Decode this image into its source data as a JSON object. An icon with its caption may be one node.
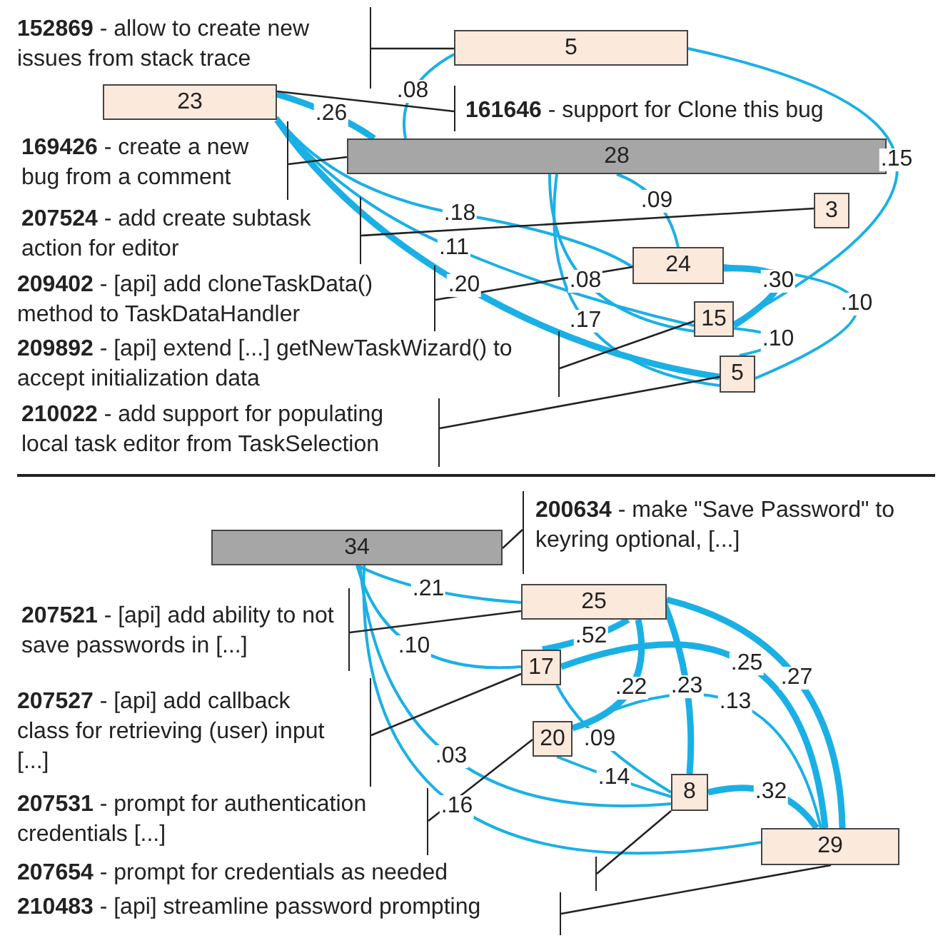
{
  "diagram": {
    "nodes": [
      {
        "text": [
          "5"
        ]
      },
      {
        "text": [
          "23"
        ]
      },
      {
        "text": [
          "28"
        ]
      },
      {
        "text": [
          "3"
        ]
      },
      {
        "text": [
          "24"
        ]
      },
      {
        "text": [
          "15"
        ]
      },
      {
        "text": [
          "5"
        ]
      },
      {
        "text": [
          "**152869** - allow to create new issues from stack trace"
        ]
      },
      {
        "text": [
          "**161646** - support for Clone this bug"
        ]
      },
      {
        "text": [
          "**169426** - create a new bug from a comment"
        ]
      },
      {
        "text": [
          "**207524** - add create subtask action for editor"
        ]
      },
      {
        "text": [
          "**209402** - [api] add cloneTaskData() method to TaskDataHandler"
        ]
      },
      {
        "text": [
          "**209892** - [api] extend [...] getNewTaskWizard() to accept initialization data"
        ]
      },
      {
        "text": [
          "**210022** - add support for populating local task editor from TaskSelection"
        ]
      },
      {
        "text": [
          "34"
        ]
      },
      {
        "text": [
          "25"
        ]
      },
      {
        "text": [
          "17"
        ]
      },
      {
        "text": [
          "20"
        ]
      },
      {
        "text": [
          "8"
        ]
      },
      {
        "text": [
          "29"
        ]
      },
      {
        "text": [
          "**200634** - make \"Save Password\" to keyring optional, [...]"
        ]
      },
      {
        "text": [
          "**207521** - [api] add ability to not save passwords in [...]"
        ]
      },
      {
        "text": [
          "**207527** - [api] add callback class for retrieving (user) input [...]"
        ]
      },
      {
        "text": [
          "**207531** - prompt for authentication credentials [...]"
        ]
      },
      {
        "text": [
          "**207654** - prompt for credentials as needed"
        ]
      },
      {
        "text": [
          "**210483** - [api] streamline password prompting"
        ]
      }
    ],
    "edges": [
      {
        "from": 0,
        "to": 2,
        "arrow": "none",
        "label": ".08"
      },
      {
        "from": 0,
        "to": 5,
        "arrow": "none",
        "label": ".15"
      },
      {
        "from": 1,
        "to": 2,
        "arrow": "none",
        "label": ".26",
        "style": "thick"
      },
      {
        "from": 1,
        "to": 4,
        "arrow": "none",
        "label": ".18"
      },
      {
        "from": 1,
        "to": 5,
        "arrow": "none",
        "label": ".11"
      },
      {
        "from": 1,
        "to": 6,
        "arrow": "none",
        "label": ".20",
        "style": "thick"
      },
      {
        "from": 2,
        "to": 4,
        "arrow": "none",
        "label": ".09"
      },
      {
        "from": 2,
        "to": 5,
        "arrow": "none",
        "label": ".08"
      },
      {
        "from": 2,
        "to": 6,
        "arrow": "none",
        "label": ".17"
      },
      {
        "from": 4,
        "to": 5,
        "arrow": "none",
        "label": ".30",
        "style": "thick"
      },
      {
        "from": 4,
        "to": 6,
        "arrow": "none",
        "label": ".10"
      },
      {
        "from": 5,
        "to": 6,
        "arrow": "none",
        "label": ".10"
      },
      {
        "from": 7,
        "to": 0,
        "arrow": "none",
        "color": "#222222"
      },
      {
        "from": 8,
        "to": 1,
        "arrow": "none",
        "color": "#222222"
      },
      {
        "from": 9,
        "to": 2,
        "arrow": "none",
        "color": "#222222"
      },
      {
        "from": 10,
        "to": 3,
        "arrow": "none",
        "color": "#222222"
      },
      {
        "from": 11,
        "to": 4,
        "arrow": "none",
        "color": "#222222"
      },
      {
        "from": 12,
        "to": 5,
        "arrow": "none",
        "color": "#222222"
      },
      {
        "from": 13,
        "to": 6,
        "arrow": "none",
        "color": "#222222"
      },
      {
        "from": 14,
        "to": 15,
        "arrow": "none",
        "label": ".21"
      },
      {
        "from": 14,
        "to": 16,
        "arrow": "none",
        "label": ".10"
      },
      {
        "from": 14,
        "to": 18,
        "arrow": "none",
        "label": ".03"
      },
      {
        "from": 14,
        "to": 19,
        "arrow": "none",
        "label": ".16"
      },
      {
        "from": 15,
        "to": 16,
        "arrow": "none",
        "label": ".52",
        "style": "thick"
      },
      {
        "from": 15,
        "to": 17,
        "arrow": "none",
        "label": ".22",
        "style": "thick"
      },
      {
        "from": 15,
        "to": 18,
        "arrow": "none",
        "label": ".23",
        "style": "thick"
      },
      {
        "from": 15,
        "to": 19,
        "arrow": "none",
        "label": ".27",
        "style": "thick"
      },
      {
        "from": 16,
        "to": 19,
        "arrow": "none",
        "label": ".25",
        "style": "thick"
      },
      {
        "from": 16,
        "to": 18,
        "arrow": "none",
        "label": ".09"
      },
      {
        "from": 17,
        "to": 19,
        "arrow": "none",
        "label": ".13"
      },
      {
        "from": 17,
        "to": 18,
        "arrow": "none",
        "label": ".14"
      },
      {
        "from": 18,
        "to": 19,
        "arrow": "none",
        "label": ".32",
        "style": "thick"
      },
      {
        "from": 20,
        "to": 14,
        "arrow": "none",
        "color": "#222222"
      },
      {
        "from": 21,
        "to": 15,
        "arrow": "none",
        "color": "#222222"
      },
      {
        "from": 22,
        "to": 16,
        "arrow": "none",
        "color": "#222222"
      },
      {
        "from": 23,
        "to": 17,
        "arrow": "none",
        "color": "#222222"
      },
      {
        "from": 24,
        "to": 18,
        "arrow": "none",
        "color": "#222222"
      },
      {
        "from": 25,
        "to": 19,
        "arrow": "none",
        "color": "#222222"
      }
    ]
  }
}
